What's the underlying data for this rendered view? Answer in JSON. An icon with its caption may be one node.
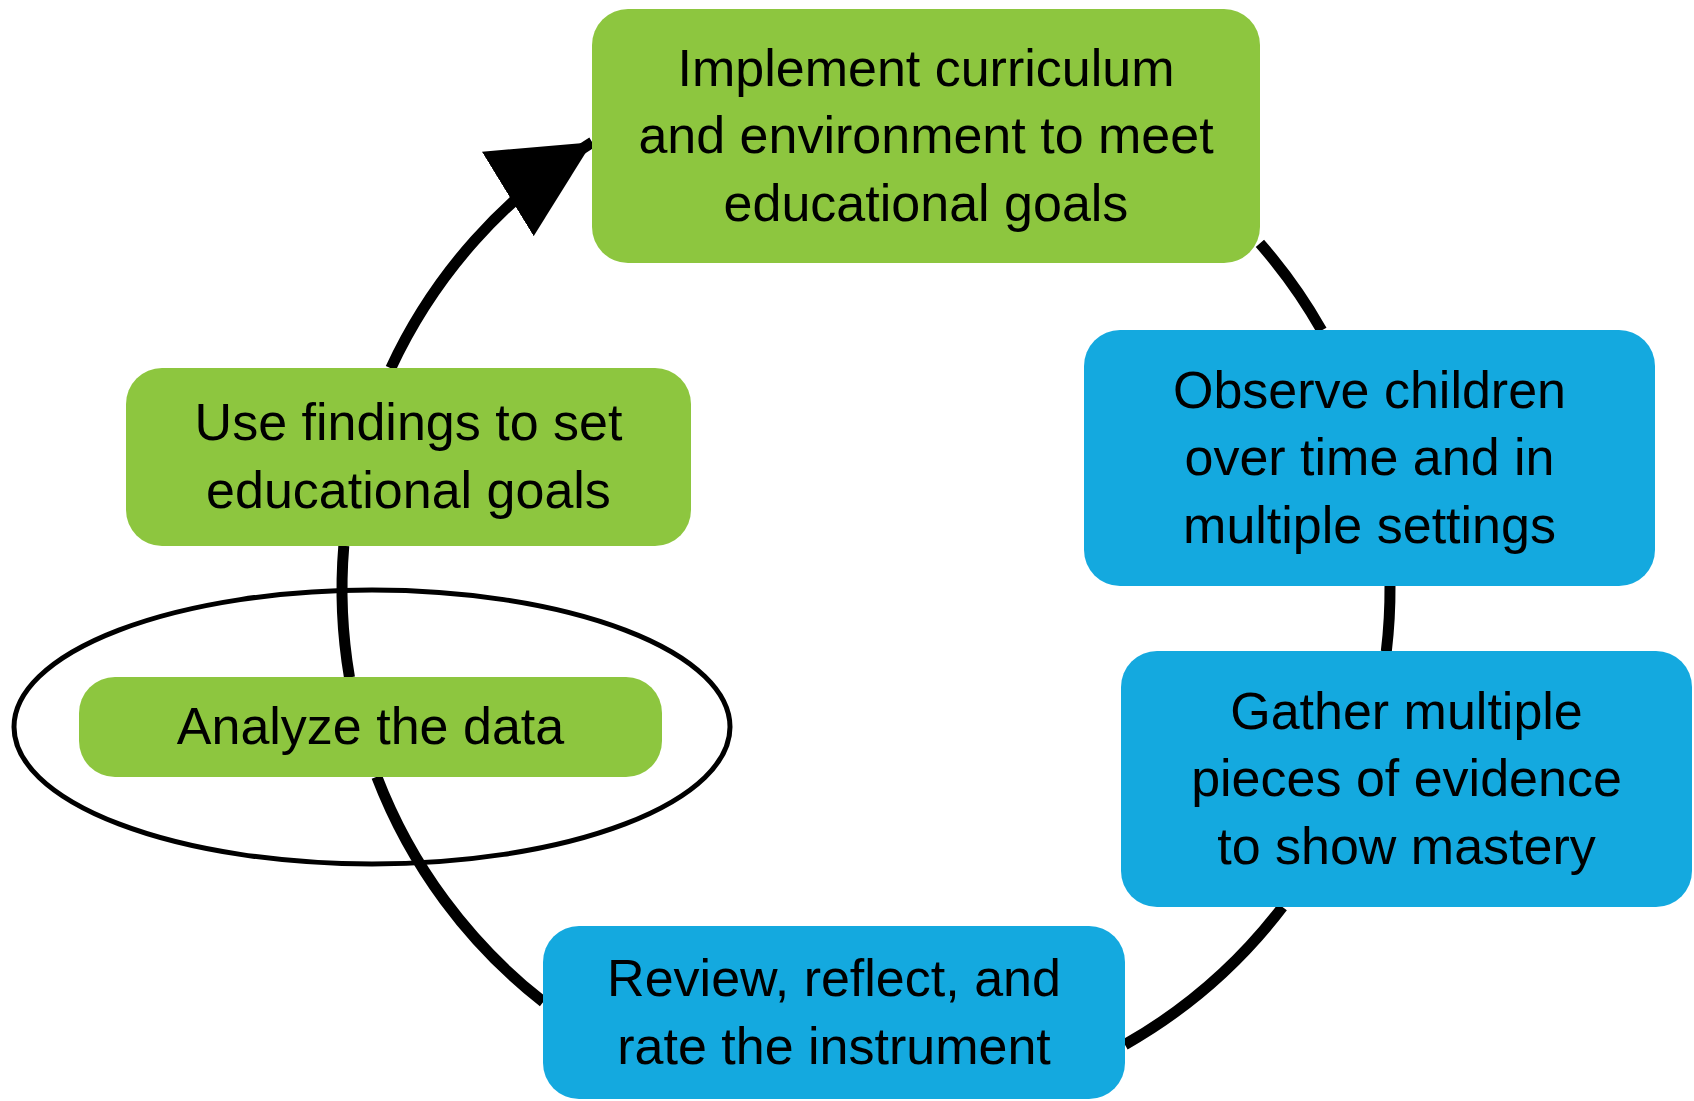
{
  "diagram": {
    "nodes": [
      {
        "text": [
          "Implement curriculum and environment to meet educational goals"
        ]
      },
      {
        "text": [
          "Observe children over time and in multiple settings"
        ]
      },
      {
        "text": [
          "Gather multiple pieces of evidence to show mastery"
        ]
      },
      {
        "text": [
          "Review, reflect, and rate the instrument"
        ]
      },
      {
        "text": [
          "Analyze the data"
        ]
      },
      {
        "text": [
          "Use findings to set educational goals"
        ]
      }
    ],
    "edges": [
      {
        "from": 0,
        "to": 1,
        "arrow": "none"
      },
      {
        "from": 1,
        "to": 2,
        "arrow": "none"
      },
      {
        "from": 2,
        "to": 3,
        "arrow": "none"
      },
      {
        "from": 3,
        "to": 4,
        "arrow": "none"
      },
      {
        "from": 4,
        "to": 5,
        "arrow": "none"
      },
      {
        "from": 5,
        "to": 0,
        "arrow": "to"
      }
    ]
  }
}
